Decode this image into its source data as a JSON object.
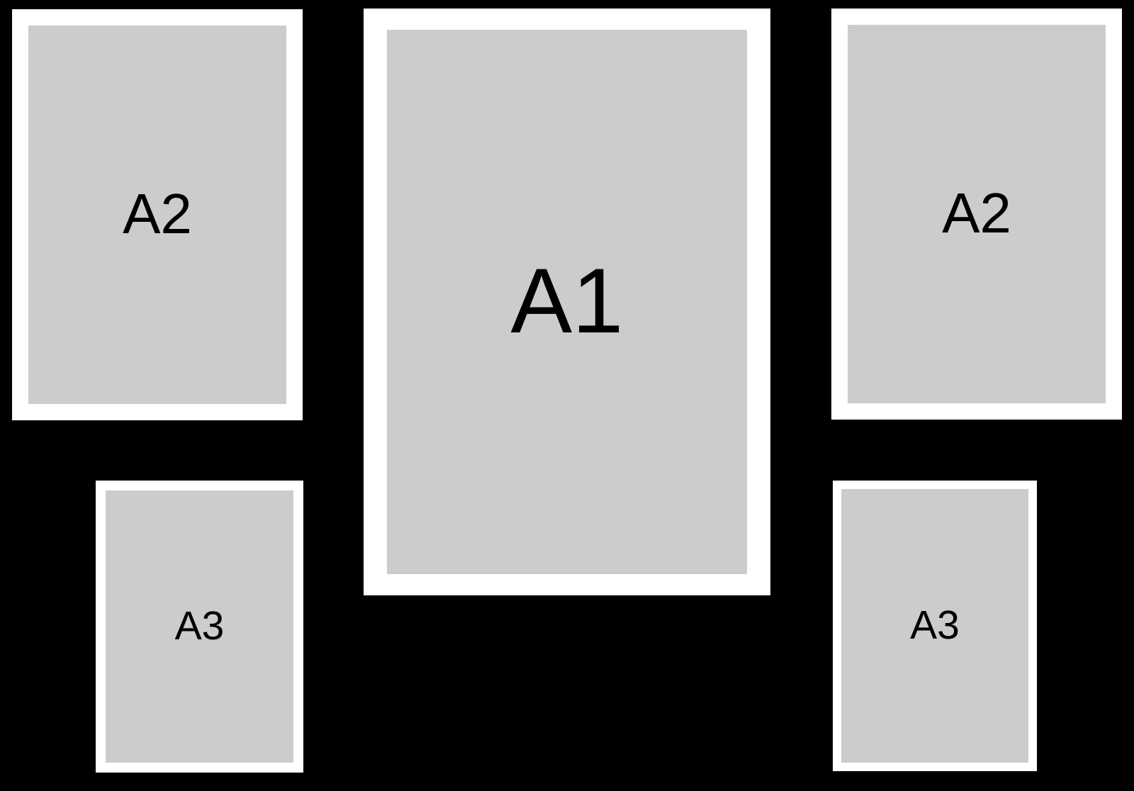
{
  "colors": {
    "background": "#000000",
    "frame": "#ffffff",
    "sheet": "#cccccc",
    "label": "#000000"
  },
  "frames": {
    "a2_left": {
      "label": "A2"
    },
    "a1_center": {
      "label": "A1"
    },
    "a2_right": {
      "label": "A2"
    },
    "a3_left": {
      "label": "A3"
    },
    "a3_right": {
      "label": "A3"
    }
  }
}
